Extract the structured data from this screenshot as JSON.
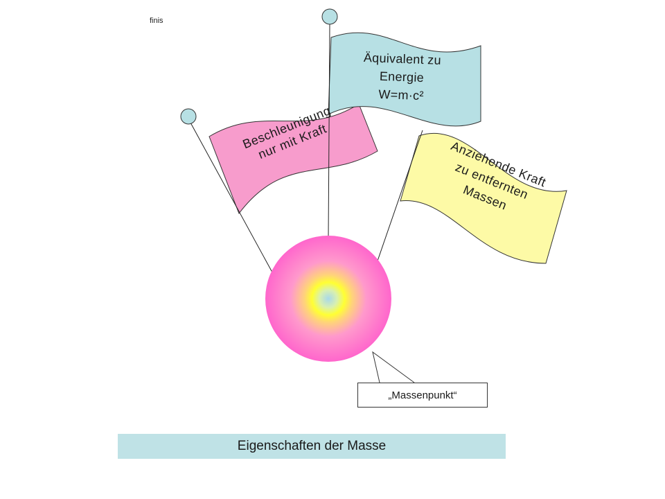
{
  "corner_note": "finis",
  "flags": {
    "pink": {
      "line1": "Beschleunigung",
      "line2": "nur mit Kraft",
      "color": "#f79ccc"
    },
    "blue": {
      "line1": "Äquivalent zu",
      "line2": "Energie",
      "line3": "W=m·c²",
      "color": "#b7e0e4"
    },
    "yellow": {
      "line1": "Anziehende Kraft",
      "line2": "zu entfernten",
      "line3": "Massen",
      "color": "#fdfaa6"
    }
  },
  "sphere": {
    "outer_color": "#ff66cc",
    "ring_color": "#ffff33",
    "core_color": "#a8d8ea"
  },
  "callout": {
    "label": "„Massenpunkt“"
  },
  "caption": {
    "label": "Eigenschaften der Masse",
    "color": "#bfe2e6"
  }
}
